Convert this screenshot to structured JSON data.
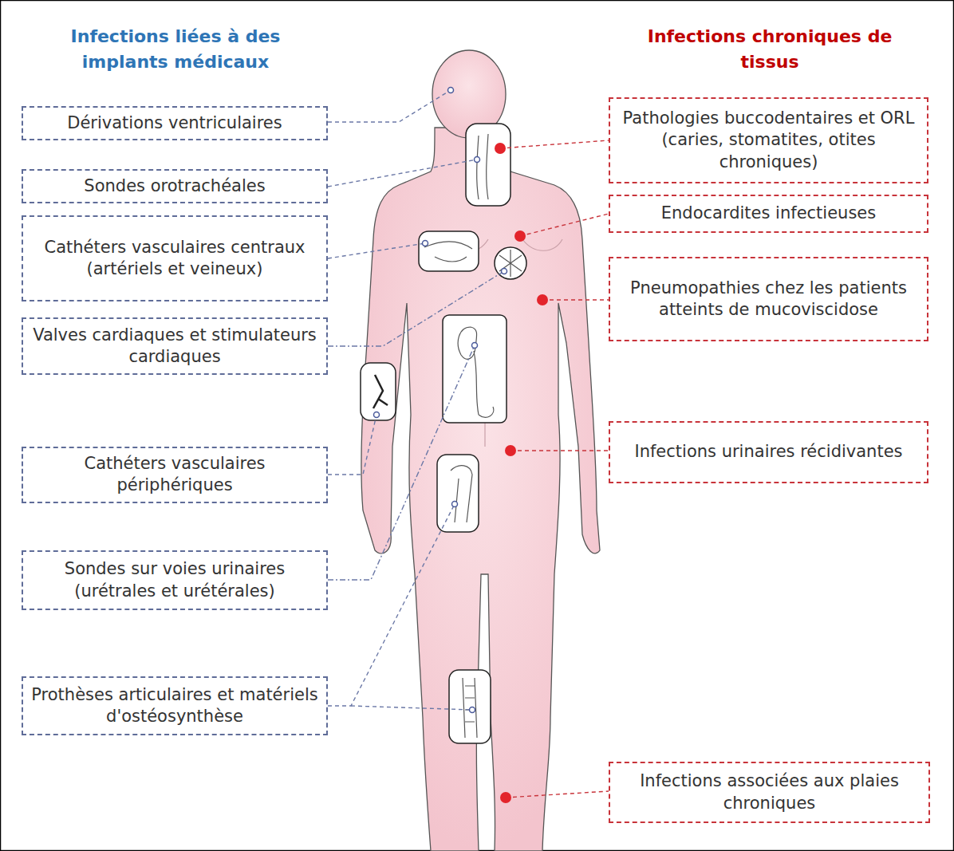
{
  "diagram": {
    "nodes": [
      {
        "text": [
          "Dérivations ventriculaires"
        ]
      },
      {
        "text": [
          "Sondes orotrachéales"
        ]
      },
      {
        "text": [
          "Cathéters vasculaires centraux (artériels et veineux)"
        ]
      },
      {
        "text": [
          "Valves cardiaques et stimulateurs cardiaques"
        ]
      },
      {
        "text": [
          "Cathéters vasculaires périphériques"
        ]
      },
      {
        "text": [
          "Sondes sur voies urinaires (urétrales et urétérales)"
        ]
      },
      {
        "text": [
          "Prothèses articulaires et matériels d'ostéosynthèse"
        ]
      },
      {
        "text": [
          "Pathologies buccodentaires et ORL (caries, stomatites, otites chroniques)"
        ]
      },
      {
        "text": [
          "Endocardites infectieuses"
        ]
      },
      {
        "text": [
          "Pneumopathies chez les patients atteints de mucoviscidose"
        ]
      },
      {
        "text": [
          "Infections urinaires récidivantes"
        ]
      },
      {
        "text": [
          "Infections associées aux plaies chroniques"
        ]
      }
    ],
    "labels": [
      "Infections liées à des implants médicaux",
      "Infections chroniques de tissus"
    ]
  }
}
